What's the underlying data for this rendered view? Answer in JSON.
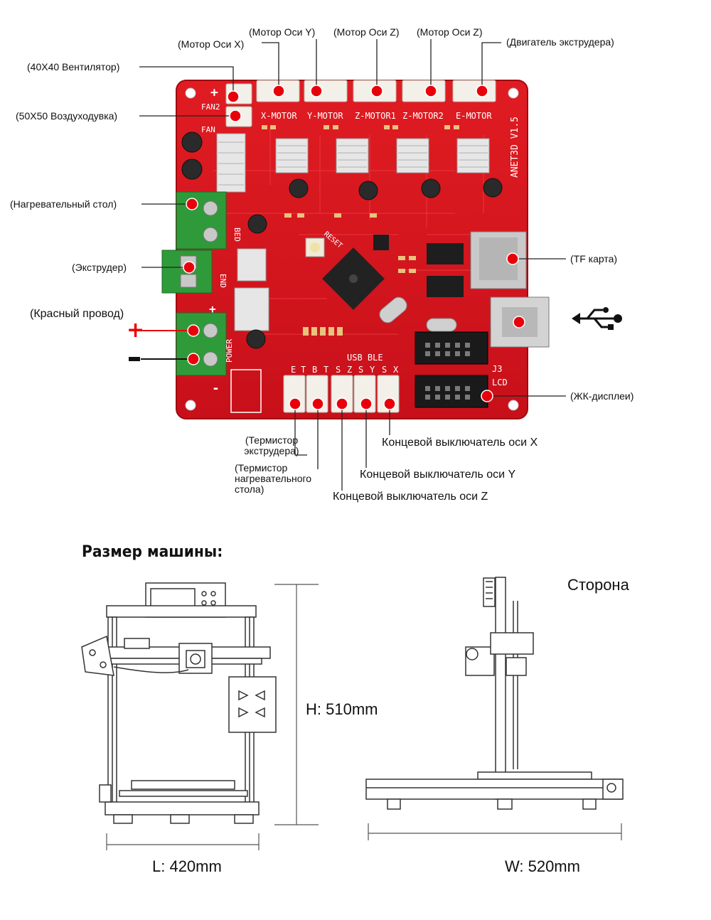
{
  "callouts": {
    "motor_x": "(Мотор Оси X)",
    "motor_y": "(Мотор Оси Y)",
    "motor_z1": "(Мотор Оси Z)",
    "motor_z2": "(Мотор Оси Z)",
    "extruder_motor": "(Двигатель экструдера)",
    "fan_40": "(40X40 Вентилятор)",
    "fan_50": "(50X50 Воздуходувка)",
    "heated_bed": "(Нагревательный стол)",
    "extruder": "(Экструдер)",
    "red_wire": "(Красный провод)",
    "tf_card": "(TF карта)",
    "lcd": "(ЖК-дисплеи)",
    "thermistor_extruder": [
      "(Термистор",
      "экструдера)"
    ],
    "thermistor_bed": [
      "(Термистор",
      "нагревательного",
      "стола)"
    ],
    "endstop_x": "Концевой выключатель оси X",
    "endstop_y": "Концевой выключатель оси Y",
    "endstop_z": "Концевой выключатель оси Z"
  },
  "board_silkscreen": {
    "motors": [
      "X-MOTOR",
      "Y-MOTOR",
      "Z-MOTOR1",
      "Z-MOTOR2",
      "E-MOTOR"
    ],
    "model": "ANET3D V1.5",
    "fan2": "FAN2",
    "fan1": "FAN",
    "bed": "BED",
    "end": "END",
    "power": "POWER",
    "reset": "RESET",
    "usb_ble": "USB BLE",
    "endstop_pins": [
      "E",
      "T",
      "B",
      "T",
      "S",
      "Z",
      "S",
      "Y",
      "S",
      "X"
    ],
    "j3": "J3",
    "lcd": "LCD",
    "plus": "+",
    "minus": "-"
  },
  "polarity": {
    "plus": "+",
    "minus": "-"
  },
  "dimensions": {
    "heading": "Размер машины:",
    "side_label": "Сторона",
    "height": "H: 510mm",
    "length": "L: 420mm",
    "width": "W: 520mm"
  },
  "icons": {
    "usb": "usb-icon"
  },
  "colors": {
    "board": "#d8141a",
    "marker": "#e8000a",
    "terminal": "#2f9a3a",
    "leader": "#222222"
  }
}
